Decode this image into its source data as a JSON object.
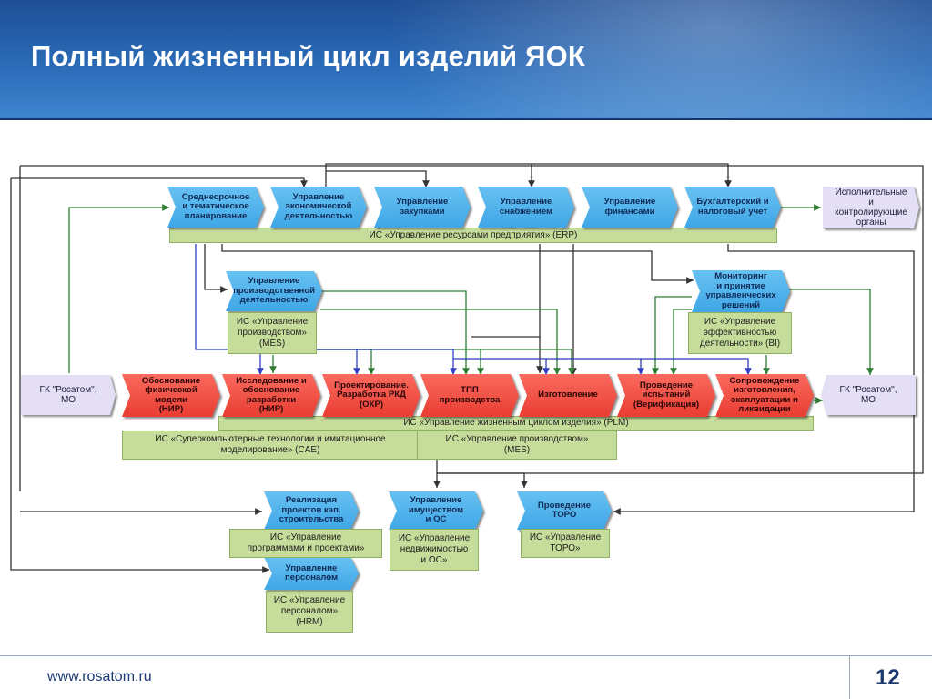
{
  "title": "Полный жизненный цикл изделий ЯОК",
  "footer": {
    "url": "www.rosatom.ru",
    "page": "12"
  },
  "diagram": {
    "nodes": {
      "rosatom_left": "ГК \"Росатом\",\nМО",
      "rosatom_right": "ГК \"Росатом\",\nМО",
      "executive_bodies": "Исполнительные\nи контролирующие\nорганы",
      "strategic_planning": "Среднесрочное\nи тематическое\nпланирование",
      "economic_management": "Управление\nэкономической\nдеятельностью",
      "procurement": "Управление\nзакупками",
      "supply": "Управление\nснабжением",
      "finance": "Управление\nфинансами",
      "accounting": "Бухгалтерский и\nналоговый учет",
      "production_management": "Управление\nпроизводственной\nдеятельностью",
      "monitoring": "Мониторинг\nи принятие\nуправленческих\nрешений",
      "physical_model": "Обоснование\nфизической\nмодели\n(НИР)",
      "research": "Исследование и\nобоснование\nразработки\n(НИР)",
      "design": "Проектирование.\nРазработка РКД\n(ОКР)",
      "tpp": "ТПП\nпроизводства",
      "manufacturing": "Изготовление",
      "verification": "Проведение\nиспытаний\n(Верификация)",
      "support": "Сопровождение\nизготовления,\nэксплуатации и\nликвидации",
      "capital_construction": "Реализация\nпроектов кап.\nстроительства",
      "property": "Управление\nимуществом\nи ОС",
      "toro": "Проведение\nТОРО",
      "personnel": "Управление\nперсоналом"
    },
    "systems": {
      "erp": "ИС «Управление ресурсами предприятия» (ERP)",
      "mes_top": "ИС «Управление\nпроизводством»\n(MES)",
      "bi": "ИС «Управление\nэффективностью\nдеятельности» (BI)",
      "plm": "ИС «Управление жизненным циклом изделия»  (PLM)",
      "cae": "ИС «Суперкомпьютерные технологии и имитационное\nмоделирование» (CAE)",
      "mes_bottom": "ИС «Управление производством»\n(MES)",
      "projects": "ИС «Управление\nпрограммами и проектами»",
      "realty": "ИС «Управление\nнедвижимостью\nи ОС»",
      "toro_sys": "ИС «Управление\nТОРО»",
      "hrm": "ИС «Управление\nперсоналом»\n(HRM)"
    },
    "colors": {
      "process_blue": "#4fb3ec",
      "lifecycle_red": "#f04a3f",
      "external_lavender": "#e4dff5",
      "system_green": "#c6dc9a",
      "line_dark": "#333333",
      "line_green": "#2e7d32",
      "line_blue": "#2f3fbf"
    }
  }
}
